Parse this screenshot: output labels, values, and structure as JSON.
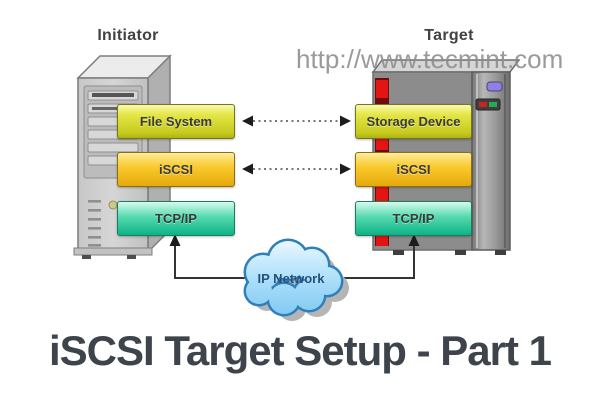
{
  "title": {
    "text": "iSCSI Target Setup - Part 1"
  },
  "watermark": {
    "text": "http://www.tecmint.com"
  },
  "initiator": {
    "label": "Initiator",
    "layers": [
      {
        "label": "File System"
      },
      {
        "label": "iSCSI"
      },
      {
        "label": "TCP/IP"
      }
    ]
  },
  "target": {
    "label": "Target",
    "layers": [
      {
        "label": "Storage Device"
      },
      {
        "label": "iSCSI"
      },
      {
        "label": "TCP/IP"
      }
    ]
  },
  "network": {
    "label": "IP Network"
  },
  "connections": [
    {
      "from": "File System",
      "to": "Storage Device",
      "style": "dotted-double-arrow"
    },
    {
      "from": "iSCSI",
      "to": "iSCSI",
      "style": "dotted-double-arrow"
    },
    {
      "from": "IP Network",
      "to": "TCP/IP (initiator)",
      "style": "solid-arrow"
    },
    {
      "from": "IP Network",
      "to": "TCP/IP (target)",
      "style": "solid-arrow"
    }
  ],
  "colors": {
    "layer_filesystem": "#dfe23a",
    "layer_iscsi": "#f6c623",
    "layer_tcpip": "#35cfa0",
    "drive_column_red": "#e31414",
    "cloud_fill": "#9bd7f7",
    "cloud_outline": "#2f80ba",
    "title_text": "#3d444c",
    "watermark_text": "#8d8d8d"
  }
}
